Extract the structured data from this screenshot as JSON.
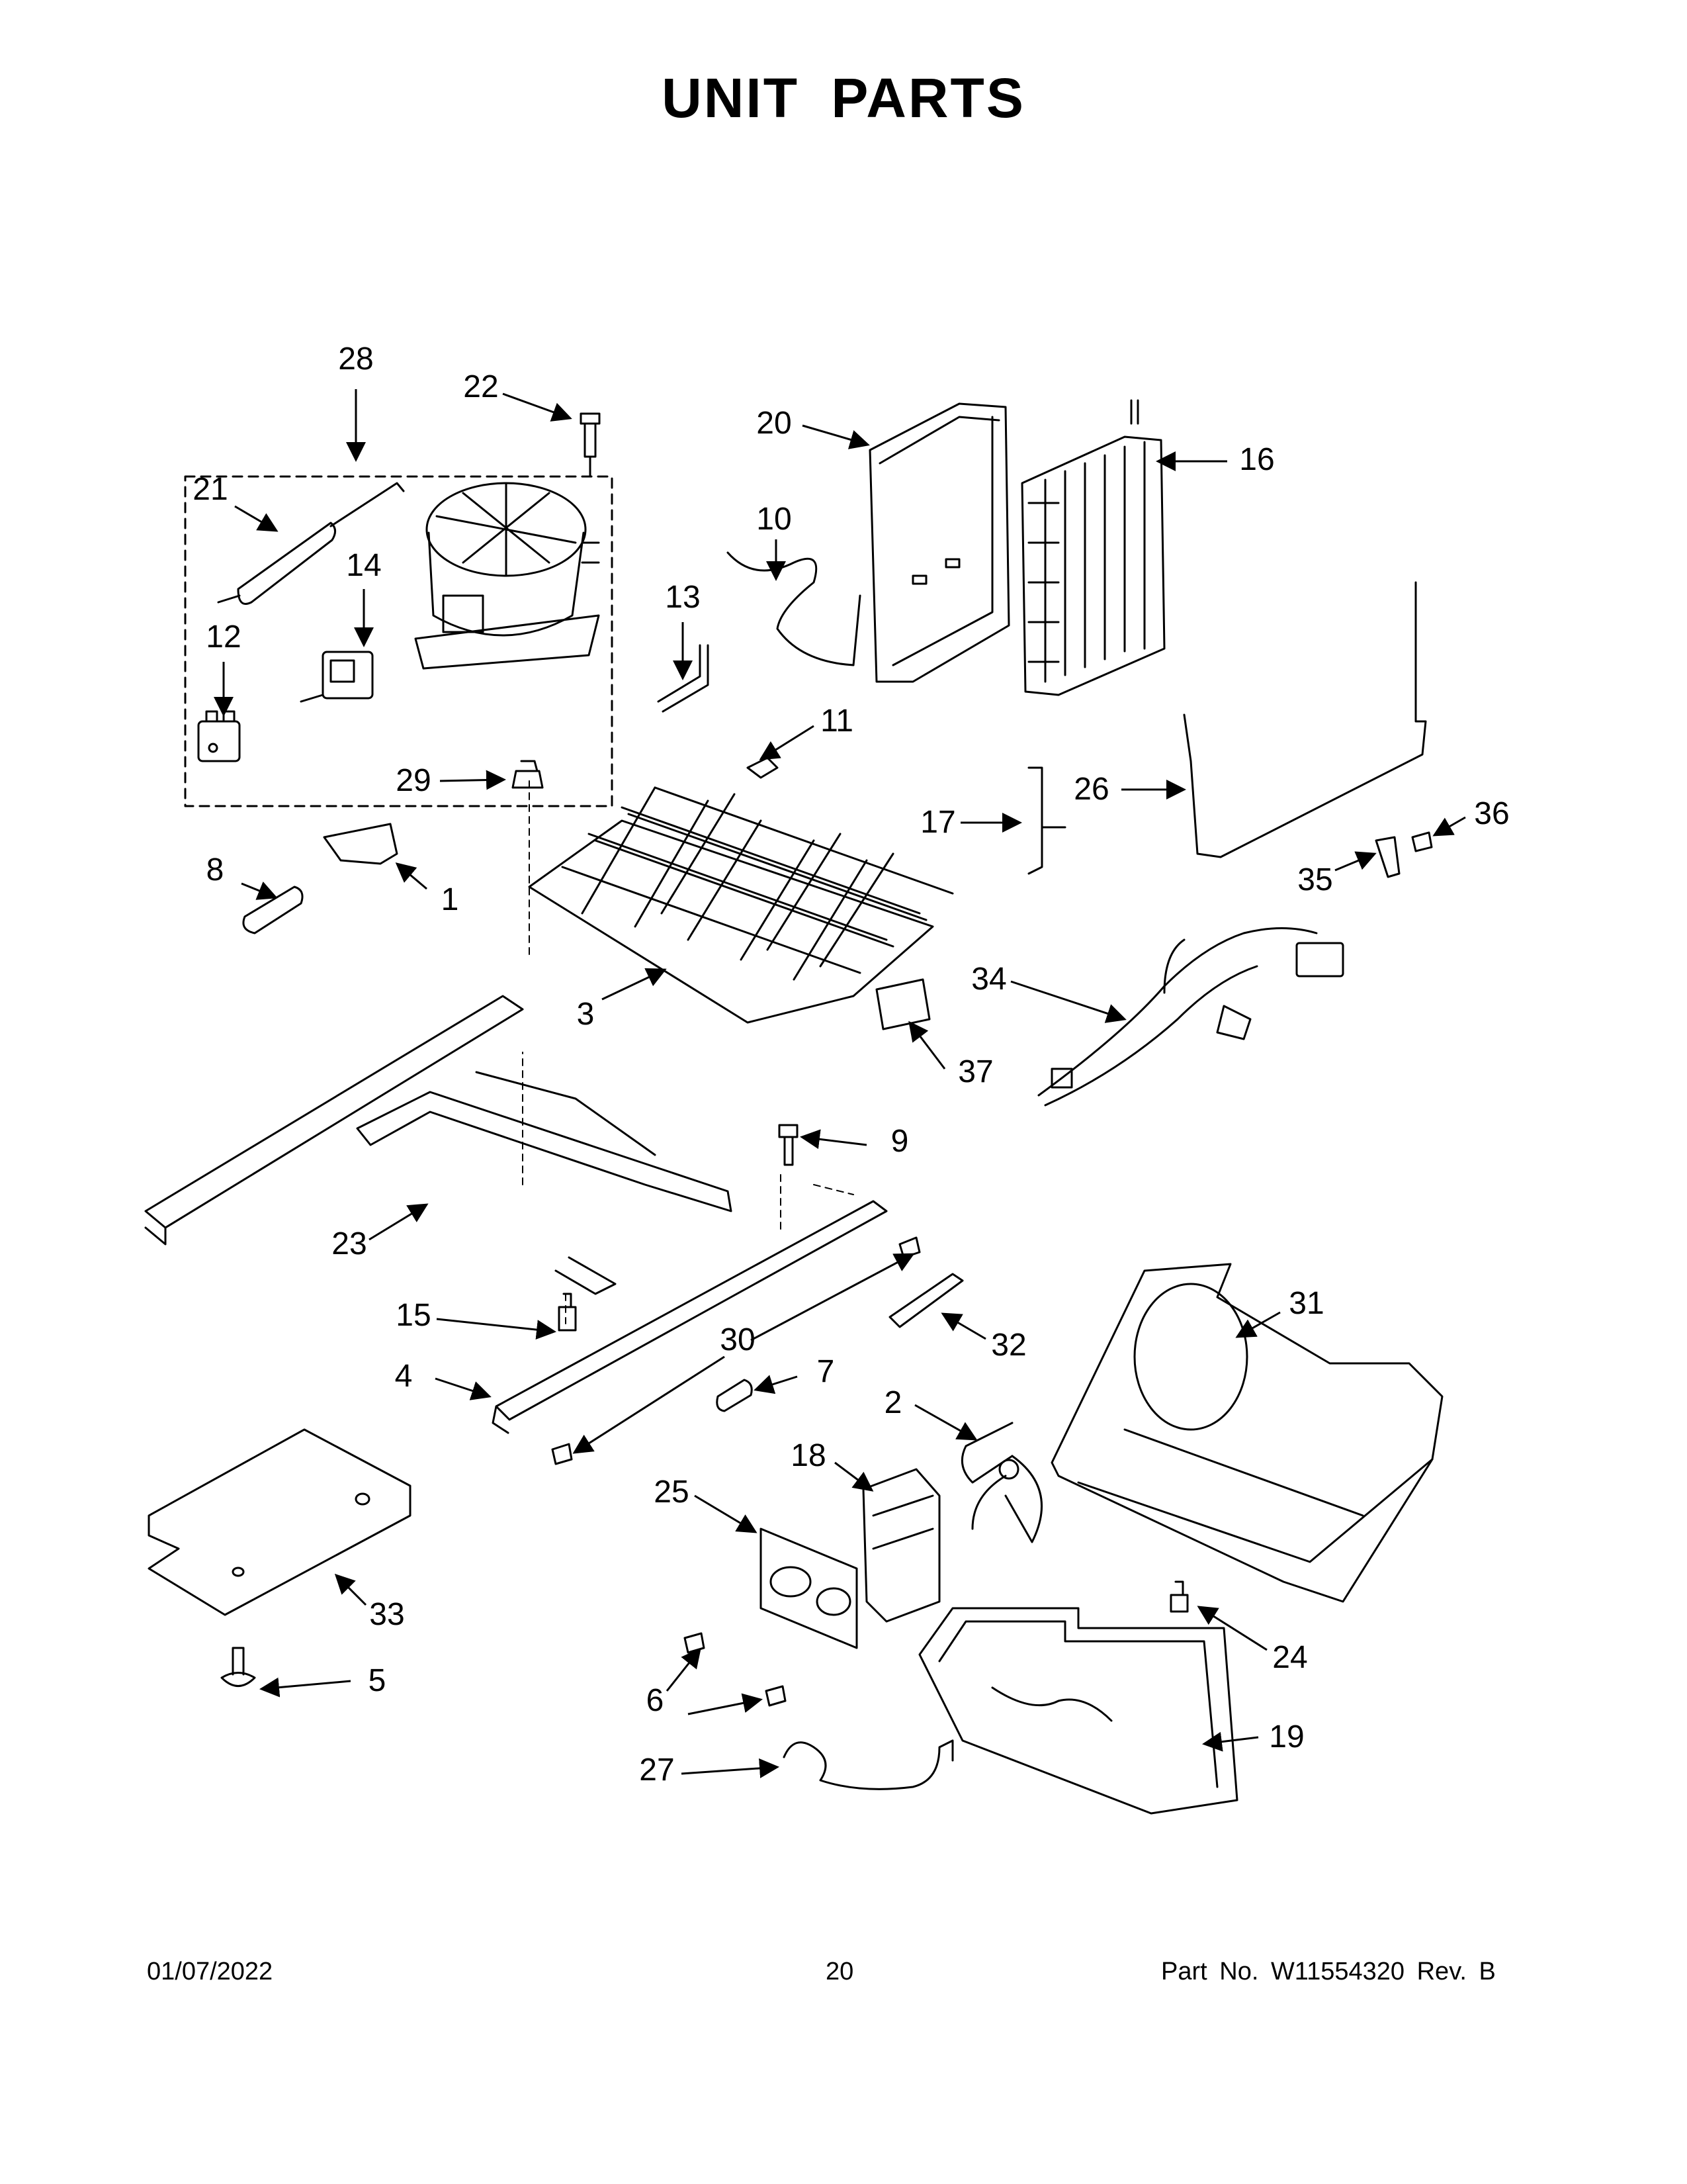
{
  "title": "UNIT PARTS",
  "footer": {
    "date": "01/07/2022",
    "page_number": "20",
    "part_number": "Part No.  W11554320  Rev.  B"
  },
  "callouts": [
    "1",
    "2",
    "3",
    "4",
    "5",
    "6",
    "7",
    "8",
    "9",
    "10",
    "11",
    "12",
    "13",
    "14",
    "15",
    "16",
    "17",
    "18",
    "19",
    "20",
    "21",
    "22",
    "23",
    "24",
    "25",
    "26",
    "27",
    "28",
    "29",
    "30",
    "31",
    "32",
    "33",
    "34",
    "35",
    "36",
    "37"
  ]
}
